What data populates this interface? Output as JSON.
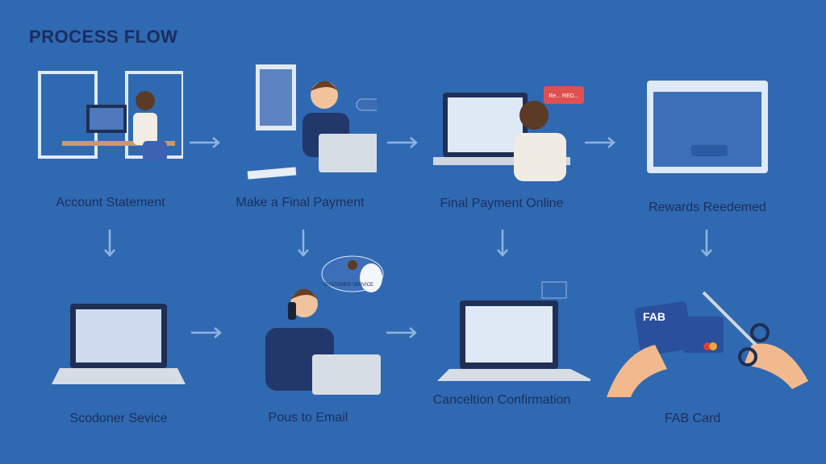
{
  "title": "PROCESS FLOW",
  "steps": [
    {
      "label": "Account Statement"
    },
    {
      "label": "Make a Final Payment"
    },
    {
      "label": "Final Payment Online",
      "badge": "Re... RED..."
    },
    {
      "label": "Rewards Reedemed"
    },
    {
      "label": "Scodoner Sevice"
    },
    {
      "label": "Pous to Email",
      "bubble": "CUSTOMER SERVICE"
    },
    {
      "label": "Canceltion Confirmation"
    },
    {
      "label": "FAB Card",
      "card_brand": "FAB"
    }
  ],
  "colors": {
    "background": "#2f69b2",
    "text": "#1c2f5c",
    "arrow": "#8fb3e0"
  }
}
